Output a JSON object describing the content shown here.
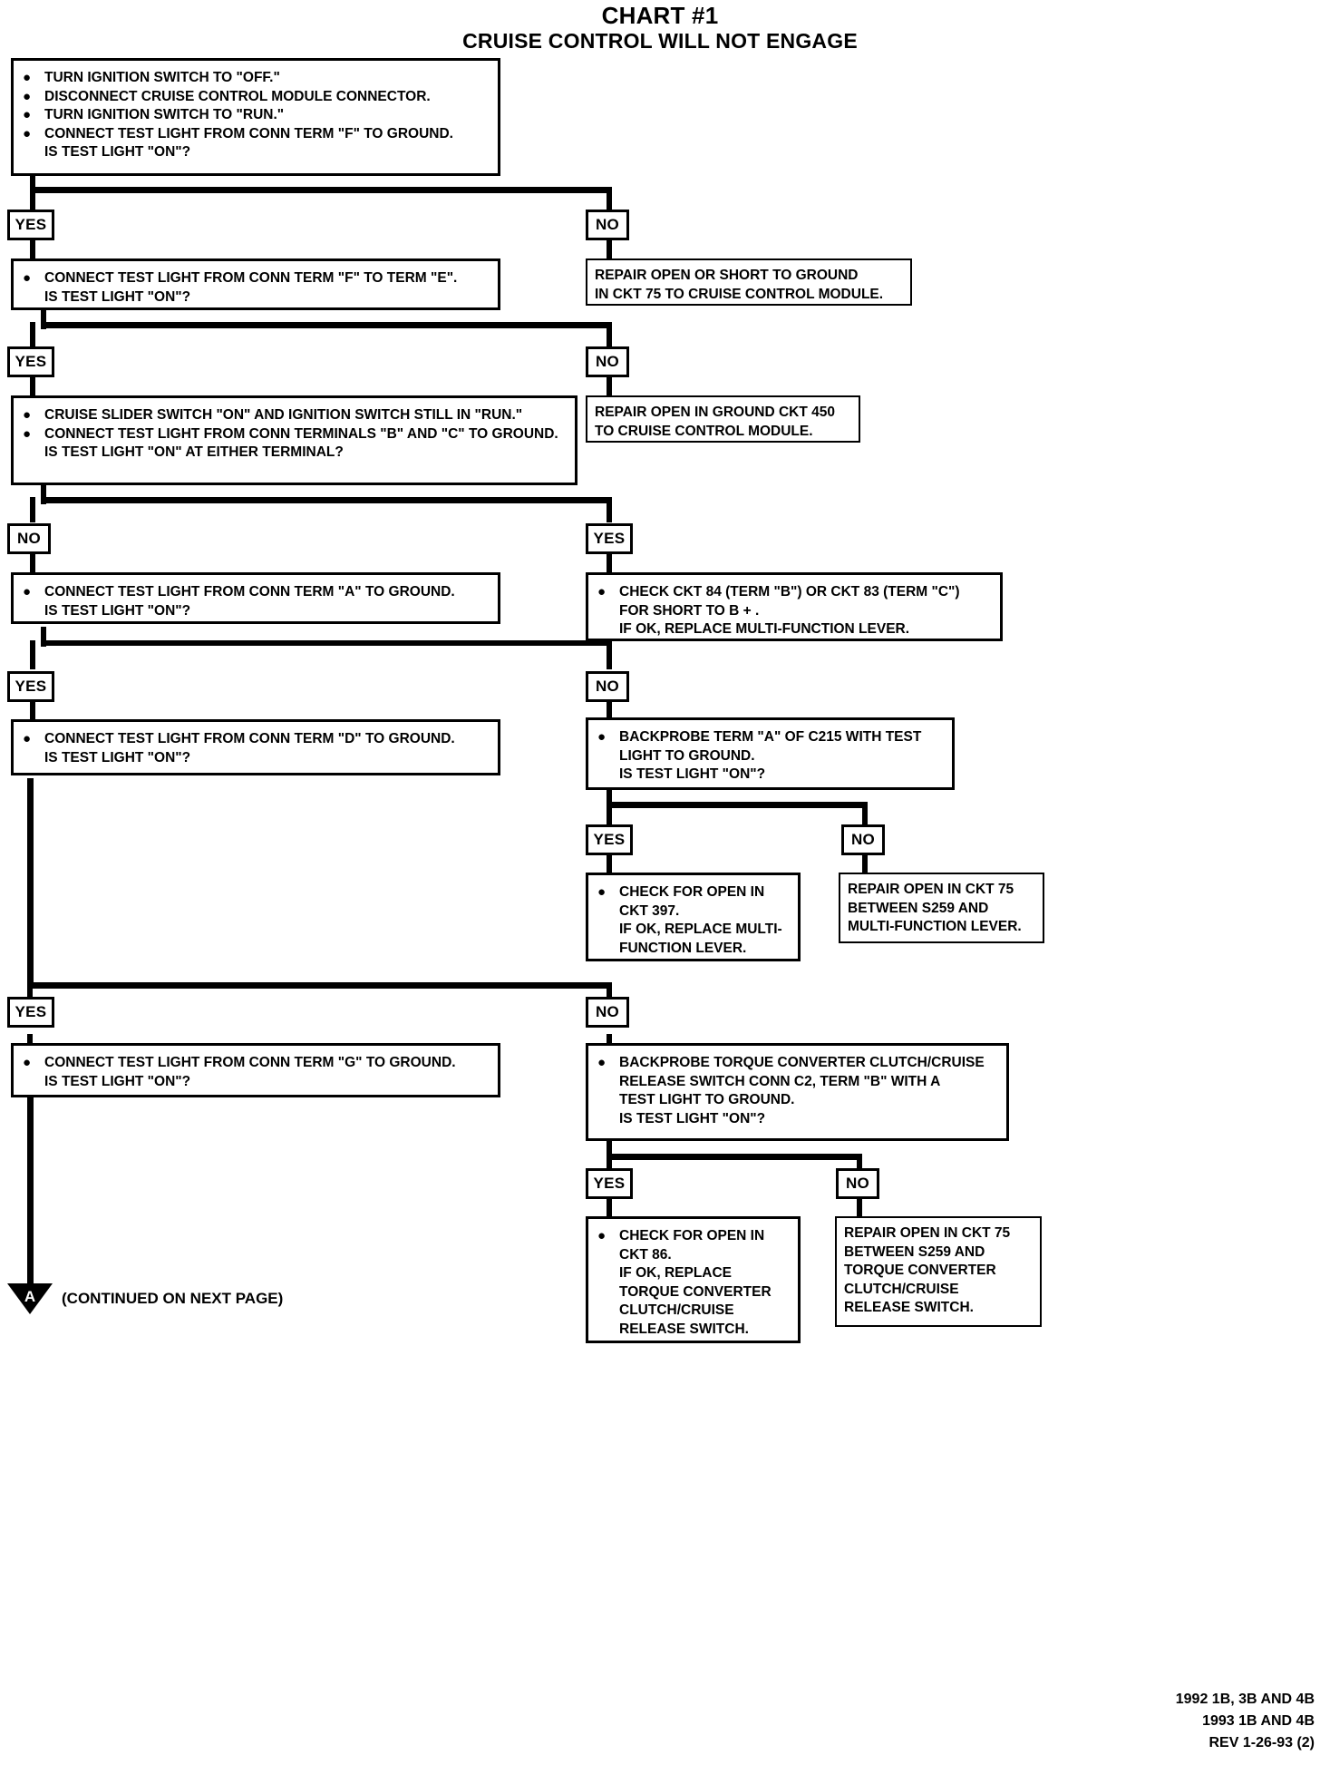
{
  "title": {
    "main": "CHART #1",
    "sub": "CRUISE CONTROL WILL NOT ENGAGE"
  },
  "boxes": {
    "start": {
      "lines": [
        "TURN IGNITION SWITCH TO \"OFF.\"",
        "DISCONNECT CRUISE CONTROL MODULE CONNECTOR.",
        "TURN IGNITION SWITCH TO \"RUN.\"",
        "CONNECT TEST LIGHT FROM CONN TERM \"F\" TO GROUND.\nIS TEST LIGHT \"ON\"?"
      ]
    },
    "step2": {
      "lines": [
        "CONNECT TEST LIGHT FROM CONN TERM \"F\" TO TERM \"E\".\nIS TEST LIGHT \"ON\"?"
      ]
    },
    "repair75": {
      "text": "REPAIR OPEN OR SHORT TO GROUND\nIN CKT 75 TO CRUISE CONTROL MODULE."
    },
    "step3": {
      "lines": [
        "CRUISE SLIDER SWITCH \"ON\" AND IGNITION SWITCH STILL IN \"RUN.\"",
        "CONNECT TEST LIGHT FROM CONN TERMINALS \"B\" AND \"C\" TO GROUND.\nIS TEST LIGHT \"ON\" AT EITHER TERMINAL?"
      ]
    },
    "repair450": {
      "text": "REPAIR OPEN IN GROUND CKT 450\nTO CRUISE CONTROL MODULE."
    },
    "step4": {
      "lines": [
        "CONNECT TEST LIGHT FROM CONN TERM \"A\" TO GROUND.\nIS TEST LIGHT \"ON\"?"
      ]
    },
    "check8483": {
      "lines": [
        "CHECK CKT 84 (TERM \"B\") OR CKT 83 (TERM \"C\")\nFOR SHORT TO B + .\nIF OK, REPLACE MULTI-FUNCTION LEVER."
      ]
    },
    "step5": {
      "lines": [
        "CONNECT TEST LIGHT FROM CONN TERM \"D\" TO GROUND.\nIS TEST LIGHT \"ON\"?"
      ]
    },
    "backprobeA": {
      "lines": [
        "BACKPROBE TERM \"A\" OF C215 WITH TEST\nLIGHT TO GROUND.\nIS TEST LIGHT \"ON\"?"
      ]
    },
    "check397": {
      "lines": [
        "CHECK FOR OPEN IN\nCKT 397.\nIF OK, REPLACE MULTI-\nFUNCTION LEVER."
      ]
    },
    "repair75_s259": {
      "text": "REPAIR OPEN IN CKT 75\nBETWEEN S259 AND\nMULTI-FUNCTION LEVER."
    },
    "step6": {
      "lines": [
        "CONNECT TEST LIGHT FROM CONN TERM \"G\" TO GROUND.\nIS TEST LIGHT \"ON\"?"
      ]
    },
    "backprobeTCC": {
      "lines": [
        "BACKPROBE TORQUE CONVERTER CLUTCH/CRUISE\nRELEASE SWITCH CONN C2, TERM \"B\" WITH A\nTEST LIGHT TO GROUND.\nIS TEST LIGHT \"ON\"?"
      ]
    },
    "check86": {
      "lines": [
        "CHECK FOR OPEN IN\nCKT 86.\nIF OK, REPLACE\nTORQUE CONVERTER\nCLUTCH/CRUISE\nRELEASE SWITCH."
      ]
    },
    "repair75_tcc": {
      "text": "REPAIR OPEN IN CKT 75\nBETWEEN S259 AND\nTORQUE CONVERTER\nCLUTCH/CRUISE\nRELEASE SWITCH."
    }
  },
  "tags": {
    "yes1": "YES",
    "no1": "NO",
    "yes2": "YES",
    "no2": "NO",
    "no3": "NO",
    "yes3": "YES",
    "yes4": "YES",
    "no4": "NO",
    "yes5": "YES",
    "no5": "NO",
    "yes6": "YES",
    "no6": "NO",
    "yes7": "YES",
    "no7": "NO"
  },
  "continuation": {
    "letter": "A",
    "label": "(CONTINUED ON NEXT PAGE)"
  },
  "footer": {
    "line1": "1992 1B, 3B AND 4B",
    "line2": "1993 1B AND 4B",
    "line3": "REV 1-26-93 (2)"
  },
  "chart_data": {
    "type": "flowchart",
    "title": "CHART #1 — CRUISE CONTROL WILL NOT ENGAGE",
    "nodes": [
      {
        "id": "start",
        "kind": "action",
        "text": "TURN IGNITION SWITCH TO \"OFF.\" / DISCONNECT CRUISE CONTROL MODULE CONNECTOR. / TURN IGNITION SWITCH TO \"RUN.\" / CONNECT TEST LIGHT FROM CONN TERM \"F\" TO GROUND. IS TEST LIGHT \"ON\"?"
      },
      {
        "id": "step2",
        "kind": "action",
        "text": "CONNECT TEST LIGHT FROM CONN TERM \"F\" TO TERM \"E\". IS TEST LIGHT \"ON\"?"
      },
      {
        "id": "repair75",
        "kind": "terminal",
        "text": "REPAIR OPEN OR SHORT TO GROUND IN CKT 75 TO CRUISE CONTROL MODULE."
      },
      {
        "id": "step3",
        "kind": "action",
        "text": "CRUISE SLIDER SWITCH \"ON\" AND IGNITION SWITCH STILL IN \"RUN.\" CONNECT TEST LIGHT FROM CONN TERMINALS \"B\" AND \"C\" TO GROUND. IS TEST LIGHT \"ON\" AT EITHER TERMINAL?"
      },
      {
        "id": "repair450",
        "kind": "terminal",
        "text": "REPAIR OPEN IN GROUND CKT 450 TO CRUISE CONTROL MODULE."
      },
      {
        "id": "step4",
        "kind": "action",
        "text": "CONNECT TEST LIGHT FROM CONN TERM \"A\" TO GROUND. IS TEST LIGHT \"ON\"?"
      },
      {
        "id": "check8483",
        "kind": "terminal",
        "text": "CHECK CKT 84 (TERM \"B\") OR CKT 83 (TERM \"C\") FOR SHORT TO B + . IF OK, REPLACE MULTI-FUNCTION LEVER."
      },
      {
        "id": "step5",
        "kind": "action",
        "text": "CONNECT TEST LIGHT FROM CONN TERM \"D\" TO GROUND. IS TEST LIGHT \"ON\"?"
      },
      {
        "id": "backprobeA",
        "kind": "action",
        "text": "BACKPROBE TERM \"A\" OF C215 WITH TEST LIGHT TO GROUND. IS TEST LIGHT \"ON\"?"
      },
      {
        "id": "check397",
        "kind": "terminal",
        "text": "CHECK FOR OPEN IN CKT 397. IF OK, REPLACE MULTI-FUNCTION LEVER."
      },
      {
        "id": "repair75_s259",
        "kind": "terminal",
        "text": "REPAIR OPEN IN CKT 75 BETWEEN S259 AND MULTI-FUNCTION LEVER."
      },
      {
        "id": "step6",
        "kind": "action",
        "text": "CONNECT TEST LIGHT FROM CONN TERM \"G\" TO GROUND. IS TEST LIGHT \"ON\"?"
      },
      {
        "id": "backprobeTCC",
        "kind": "action",
        "text": "BACKPROBE TORQUE CONVERTER CLUTCH/CRUISE RELEASE SWITCH CONN C2, TERM \"B\" WITH A TEST LIGHT TO GROUND. IS TEST LIGHT \"ON\"?"
      },
      {
        "id": "check86",
        "kind": "terminal",
        "text": "CHECK FOR OPEN IN CKT 86. IF OK, REPLACE TORQUE CONVERTER CLUTCH/CRUISE RELEASE SWITCH."
      },
      {
        "id": "repair75_tcc",
        "kind": "terminal",
        "text": "REPAIR OPEN IN CKT 75 BETWEEN S259 AND TORQUE CONVERTER CLUTCH/CRUISE RELEASE SWITCH."
      },
      {
        "id": "continue",
        "kind": "connector",
        "text": "A (CONTINUED ON NEXT PAGE)"
      }
    ],
    "edges": [
      {
        "from": "start",
        "to": "step2",
        "label": "YES"
      },
      {
        "from": "start",
        "to": "repair75",
        "label": "NO"
      },
      {
        "from": "step2",
        "to": "step3",
        "label": "YES"
      },
      {
        "from": "step2",
        "to": "repair450",
        "label": "NO"
      },
      {
        "from": "step3",
        "to": "step4",
        "label": "NO"
      },
      {
        "from": "step3",
        "to": "check8483",
        "label": "YES"
      },
      {
        "from": "step4",
        "to": "step5",
        "label": "YES"
      },
      {
        "from": "step4",
        "to": "backprobeA",
        "label": "NO"
      },
      {
        "from": "backprobeA",
        "to": "check397",
        "label": "YES"
      },
      {
        "from": "backprobeA",
        "to": "repair75_s259",
        "label": "NO"
      },
      {
        "from": "step5",
        "to": "step6",
        "label": "YES"
      },
      {
        "from": "step5",
        "to": "backprobeTCC",
        "label": "NO"
      },
      {
        "from": "backprobeTCC",
        "to": "check86",
        "label": "YES"
      },
      {
        "from": "backprobeTCC",
        "to": "repair75_tcc",
        "label": "NO"
      },
      {
        "from": "step6",
        "to": "continue",
        "label": "YES"
      }
    ]
  }
}
